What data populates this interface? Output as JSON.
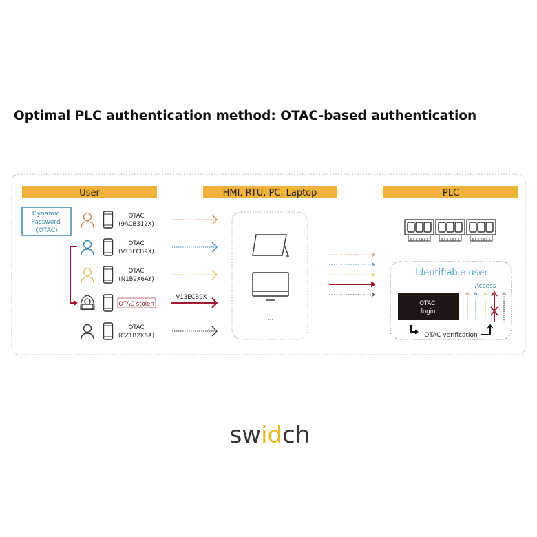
{
  "title": "Optimal PLC authentication method: OTAC-based authentication",
  "columns": {
    "user": "User",
    "devices": "HMI, RTU, PC, Laptop",
    "plc": "PLC"
  },
  "dynamic_password": [
    "Dynamic",
    "Password",
    "(OTAC)"
  ],
  "users": [
    {
      "line1": "OTAC",
      "line2": "(9ACB312X)",
      "color": "#c8875a"
    },
    {
      "line1": "OTAC",
      "line2": "(V13ECB9X)",
      "color": "#3d86b0"
    },
    {
      "line1": "OTAC",
      "line2": "(N1B9X6AY)",
      "color": "#e0c060"
    },
    {
      "line1": "OTAC stolen",
      "line2": "",
      "color": "#a0182e"
    },
    {
      "line1": "OTAC",
      "line2": "(CZ1B2X6A)",
      "color": "#333333"
    }
  ],
  "stolen_code": "V13ECB9X",
  "devices_more": "...",
  "plc": {
    "identifiable_user": "Identifiable user",
    "access": "Access",
    "login_box": [
      "OTAC",
      "login"
    ],
    "verification": "OTAC verification"
  },
  "brand": {
    "pre": "sw",
    "mid": "id",
    "post": "ch",
    "accent": "#e8b820"
  },
  "colors": {
    "header_bar": "#f0b23a",
    "blue": "#3d86b0",
    "red": "#a0182e",
    "cyan": "#4aa8c8"
  }
}
